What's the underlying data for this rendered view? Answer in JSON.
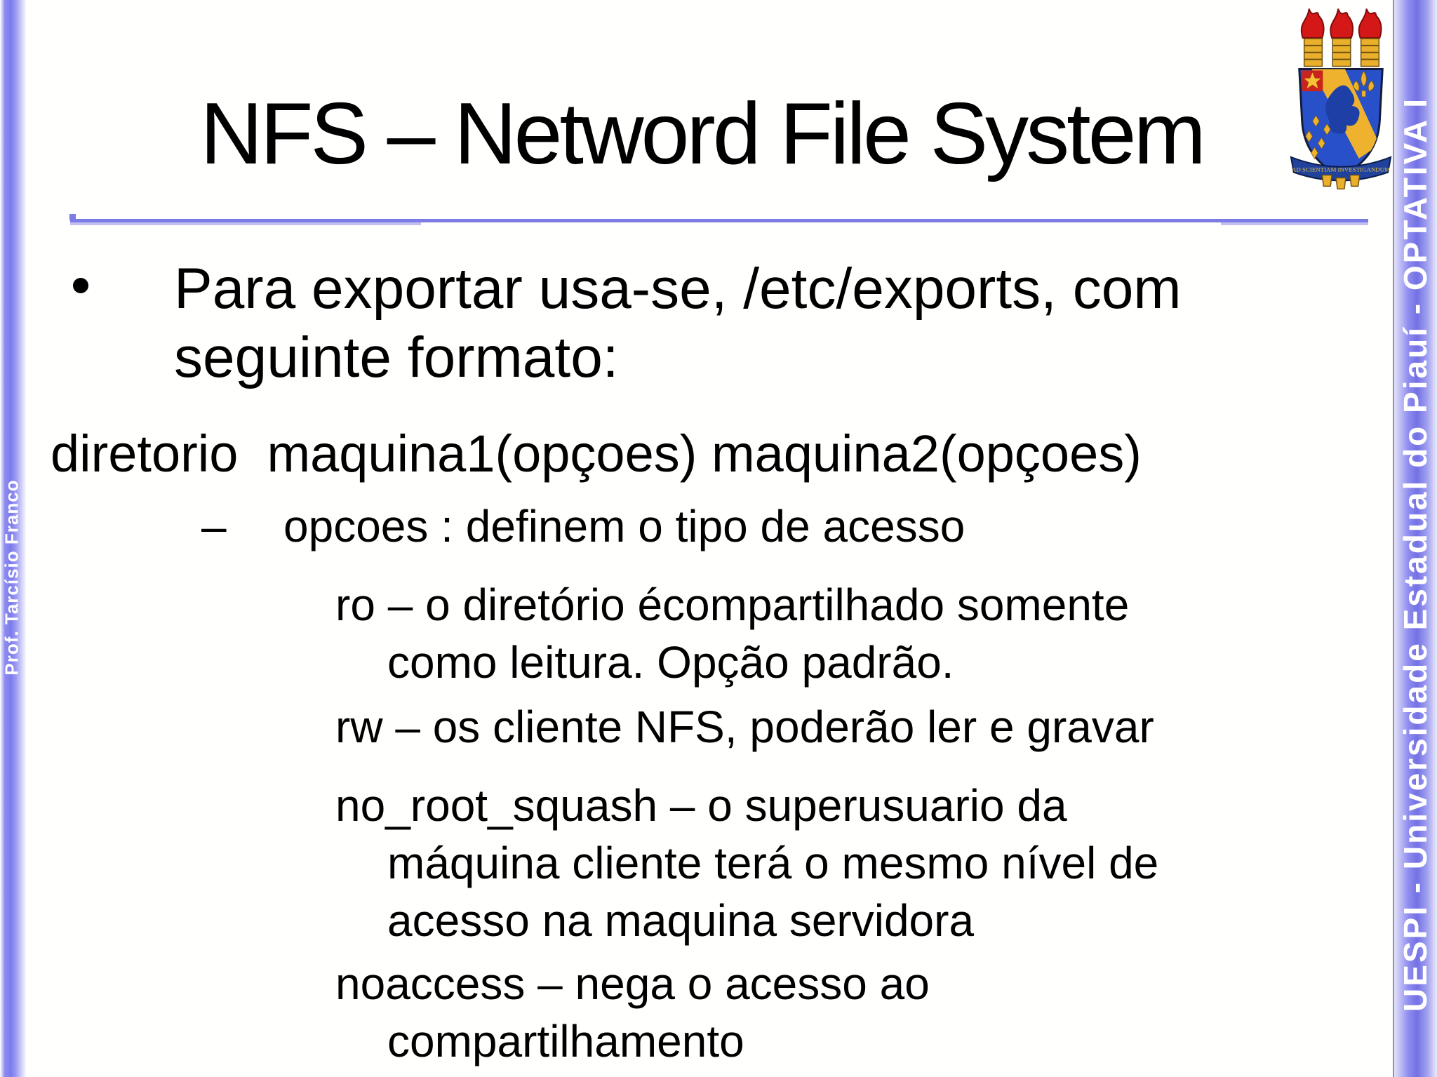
{
  "slide": {
    "background": "#fffffd",
    "accent_color": "#7c7aec",
    "divider_color": "#7d7ce4",
    "text_color": "#000000"
  },
  "title": "NFS – Netword File System",
  "sidebars": {
    "left": "Prof. Tarcísio Franco",
    "right": "UESPI - Universidade Estadual do Piauí - OPTATIVA I"
  },
  "logo": {
    "name": "uespi-coat-of-arms",
    "motto": "AD SCIENTIAM INVESTIGANDUM"
  },
  "bullets": {
    "level1": {
      "marker": "•",
      "lines": [
        "Para exportar usa-se, /etc/exports, com",
        "seguinte formato:"
      ]
    },
    "code_line": "diretorio  maquina1(opçoes) maquina2(opçoes)",
    "level2": {
      "marker": "–",
      "text": "opcoes : definem o tipo de acesso"
    },
    "level3": [
      {
        "lines": [
          "ro – o diretório écompartilhado somente",
          "como leitura. Opção padrão."
        ]
      },
      {
        "lines": [
          "rw – os cliente NFS, poderão ler e gravar"
        ]
      },
      {
        "lines": [
          "no_root_squash – o superusuario da",
          "máquina cliente terá o mesmo nível de",
          "acesso na maquina servidora"
        ]
      },
      {
        "lines": [
          "noaccess – nega o acesso ao",
          "compartilhamento"
        ]
      }
    ]
  }
}
